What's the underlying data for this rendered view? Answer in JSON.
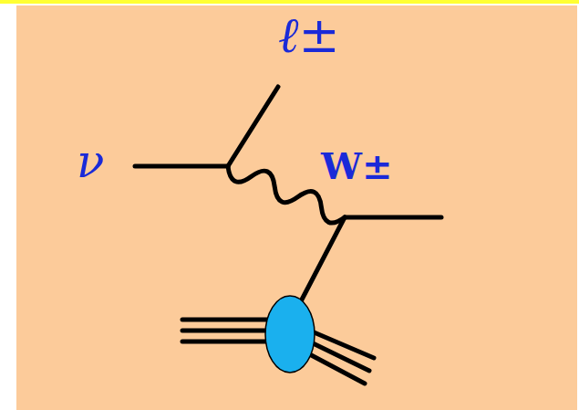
{
  "diagram": {
    "labels": [
      "ν",
      "ℓ±",
      "W±"
    ]
  }
}
